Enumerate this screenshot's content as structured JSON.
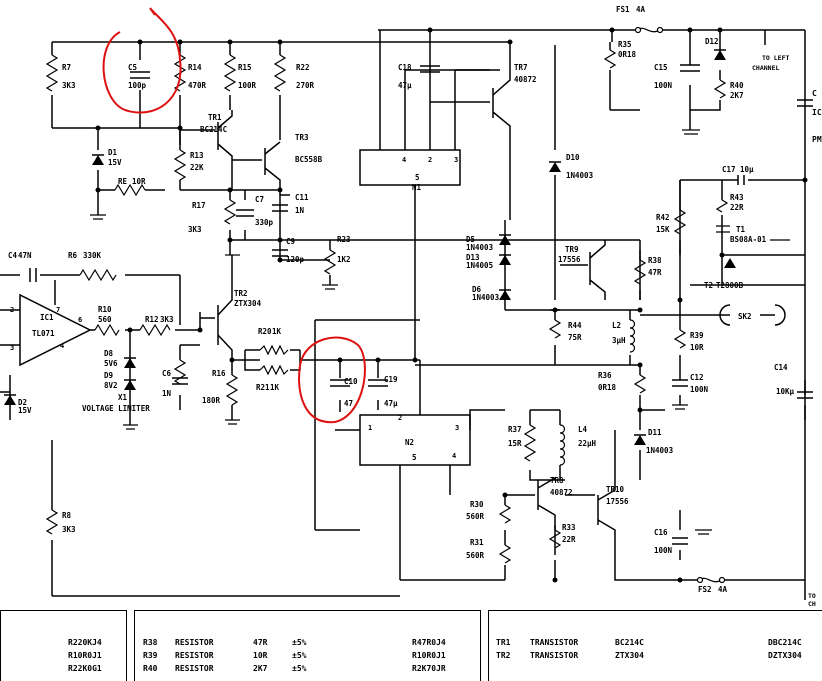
{
  "components": {
    "R7": {
      "ref": "R7",
      "value": "3K3"
    },
    "C5": {
      "ref": "C5",
      "value": "100p"
    },
    "R14": {
      "ref": "R14",
      "value": "470R"
    },
    "R15": {
      "ref": "R15",
      "value": "100R"
    },
    "R22": {
      "ref": "R22",
      "value": "270R"
    },
    "C18": {
      "ref": "C18",
      "value": "47µ"
    },
    "TR7": {
      "ref": "TR7",
      "value": "40872"
    },
    "FS1": {
      "ref": "FS1",
      "value": "4A"
    },
    "R35": {
      "ref": "R35",
      "value": "0R18"
    },
    "D12": {
      "ref": "D12"
    },
    "C15": {
      "ref": "C15",
      "value": "100N"
    },
    "R40": {
      "ref": "R40",
      "value": "2K7"
    },
    "TR1": {
      "ref": "TR1",
      "value": "BC214C"
    },
    "TR3": {
      "ref": "TR3",
      "value": "BC558B"
    },
    "D1": {
      "ref": "D1",
      "value": "15V"
    },
    "RE": {
      "ref": "RE",
      "value": "10R"
    },
    "R13": {
      "ref": "R13",
      "value": "22K"
    },
    "N1": {
      "ref": "N1",
      "value": "5",
      "pins": [
        "4",
        "2",
        "3"
      ]
    },
    "D10": {
      "ref": "D10",
      "value": "1N4003"
    },
    "C17": {
      "ref": "C17",
      "value": "10µ"
    },
    "R17": {
      "ref": "R17",
      "value": "3K3"
    },
    "C7": {
      "ref": "C7",
      "value": "330p"
    },
    "C11": {
      "ref": "C11",
      "value": "1N"
    },
    "R43": {
      "ref": "R43",
      "value": "22R"
    },
    "R42": {
      "ref": "R42",
      "value": "15K"
    },
    "T1": {
      "ref": "T1",
      "value": "BS08A-01"
    },
    "C9": {
      "ref": "C9",
      "value": "120p"
    },
    "R23": {
      "ref": "R23",
      "value": "1K2"
    },
    "D5": {
      "ref": "D5",
      "value": "1N4003"
    },
    "D13": {
      "ref": "D13",
      "value": "1N4005"
    },
    "TR9": {
      "ref": "TR9",
      "value": "17556"
    },
    "R38": {
      "ref": "R38",
      "value": "47R"
    },
    "T2": {
      "ref": "T2",
      "value": "T2800B"
    },
    "C4": {
      "ref": "C4",
      "value": "47N"
    },
    "R6": {
      "ref": "R6",
      "value": "330K"
    },
    "D6": {
      "ref": "D6",
      "value": "1N4003"
    },
    "IC1": {
      "ref": "IC1",
      "value": "TL071",
      "pins": [
        "2",
        "3",
        "7",
        "6",
        "4"
      ]
    },
    "R10": {
      "ref": "R10",
      "value": "560"
    },
    "R12": {
      "ref": "R12",
      "value": "3K3"
    },
    "TR2": {
      "ref": "TR2",
      "value": "ZTX304"
    },
    "R20": {
      "ref": "R20",
      "value": "1K"
    },
    "R44": {
      "ref": "R44",
      "value": "75R"
    },
    "L2": {
      "ref": "L2",
      "value": "3µH"
    },
    "SK2": {
      "ref": "SK2"
    },
    "R39": {
      "ref": "R39",
      "value": "10R"
    },
    "D8": {
      "ref": "D8",
      "value": "5V6"
    },
    "D9": {
      "ref": "D9",
      "value": "8V2"
    },
    "X1": {
      "ref": "X1",
      "value": "VOLTAGE LIMITER"
    },
    "C6": {
      "ref": "C6",
      "value": "1N"
    },
    "R16": {
      "ref": "R16",
      "value": "180R"
    },
    "R21": {
      "ref": "R21",
      "value": "1K"
    },
    "C10": {
      "ref": "C10",
      "value": "47"
    },
    "C19": {
      "ref": "C19",
      "value": "47µ"
    },
    "R36": {
      "ref": "R36",
      "value": "0R18"
    },
    "C12": {
      "ref": "C12",
      "value": "100N"
    },
    "C14": {
      "ref": "C14",
      "value": "10Kµ"
    },
    "D2": {
      "ref": "D2",
      "value": "15V"
    },
    "N2": {
      "ref": "N2",
      "value": "5",
      "pins": [
        "1",
        "2",
        "3",
        "4"
      ]
    },
    "R37": {
      "ref": "R37",
      "value": "15R"
    },
    "L4": {
      "ref": "L4",
      "value": "22µH"
    },
    "D11": {
      "ref": "D11",
      "value": "1N4003"
    },
    "TR8": {
      "ref": "TR8",
      "value": "40872"
    },
    "TR10": {
      "ref": "TR10",
      "value": "17556"
    },
    "R30": {
      "ref": "R30",
      "value": "560R"
    },
    "R33": {
      "ref": "R33",
      "value": "22R"
    },
    "R31": {
      "ref": "R31",
      "value": "560R"
    },
    "C16": {
      "ref": "C16",
      "value": "100N"
    },
    "FS2": {
      "ref": "FS2",
      "value": "4A"
    },
    "R8": {
      "ref": "R8",
      "value": "3K3"
    }
  },
  "annotations": {
    "to_left_channel": "TO LEFT CHANNEL",
    "to_bottom": "TO CH",
    "right_cut": [
      "C",
      "IC",
      "PM"
    ]
  },
  "parts_list": {
    "col1": [
      "R220KJ4",
      "R10R0J1",
      "R22K0G1"
    ],
    "col2": [
      {
        "ref": "R38",
        "type": "RESISTOR",
        "value": "47R",
        "tol": "±5%",
        "code": "R47R0J4"
      },
      {
        "ref": "R39",
        "type": "RESISTOR",
        "value": "10R",
        "tol": "±5%",
        "code": "R10R0J1"
      },
      {
        "ref": "R40",
        "type": "RESISTOR",
        "value": "2K7",
        "tol": "±5%",
        "code": "R2K70JR"
      }
    ],
    "col3": [
      {
        "ref": "TR1",
        "type": "TRANSISTOR",
        "value": "BC214C",
        "code": "DBC214C"
      },
      {
        "ref": "TR2",
        "type": "TRANSISTOR",
        "value": "ZTX304",
        "code": "DZTX304"
      }
    ]
  }
}
